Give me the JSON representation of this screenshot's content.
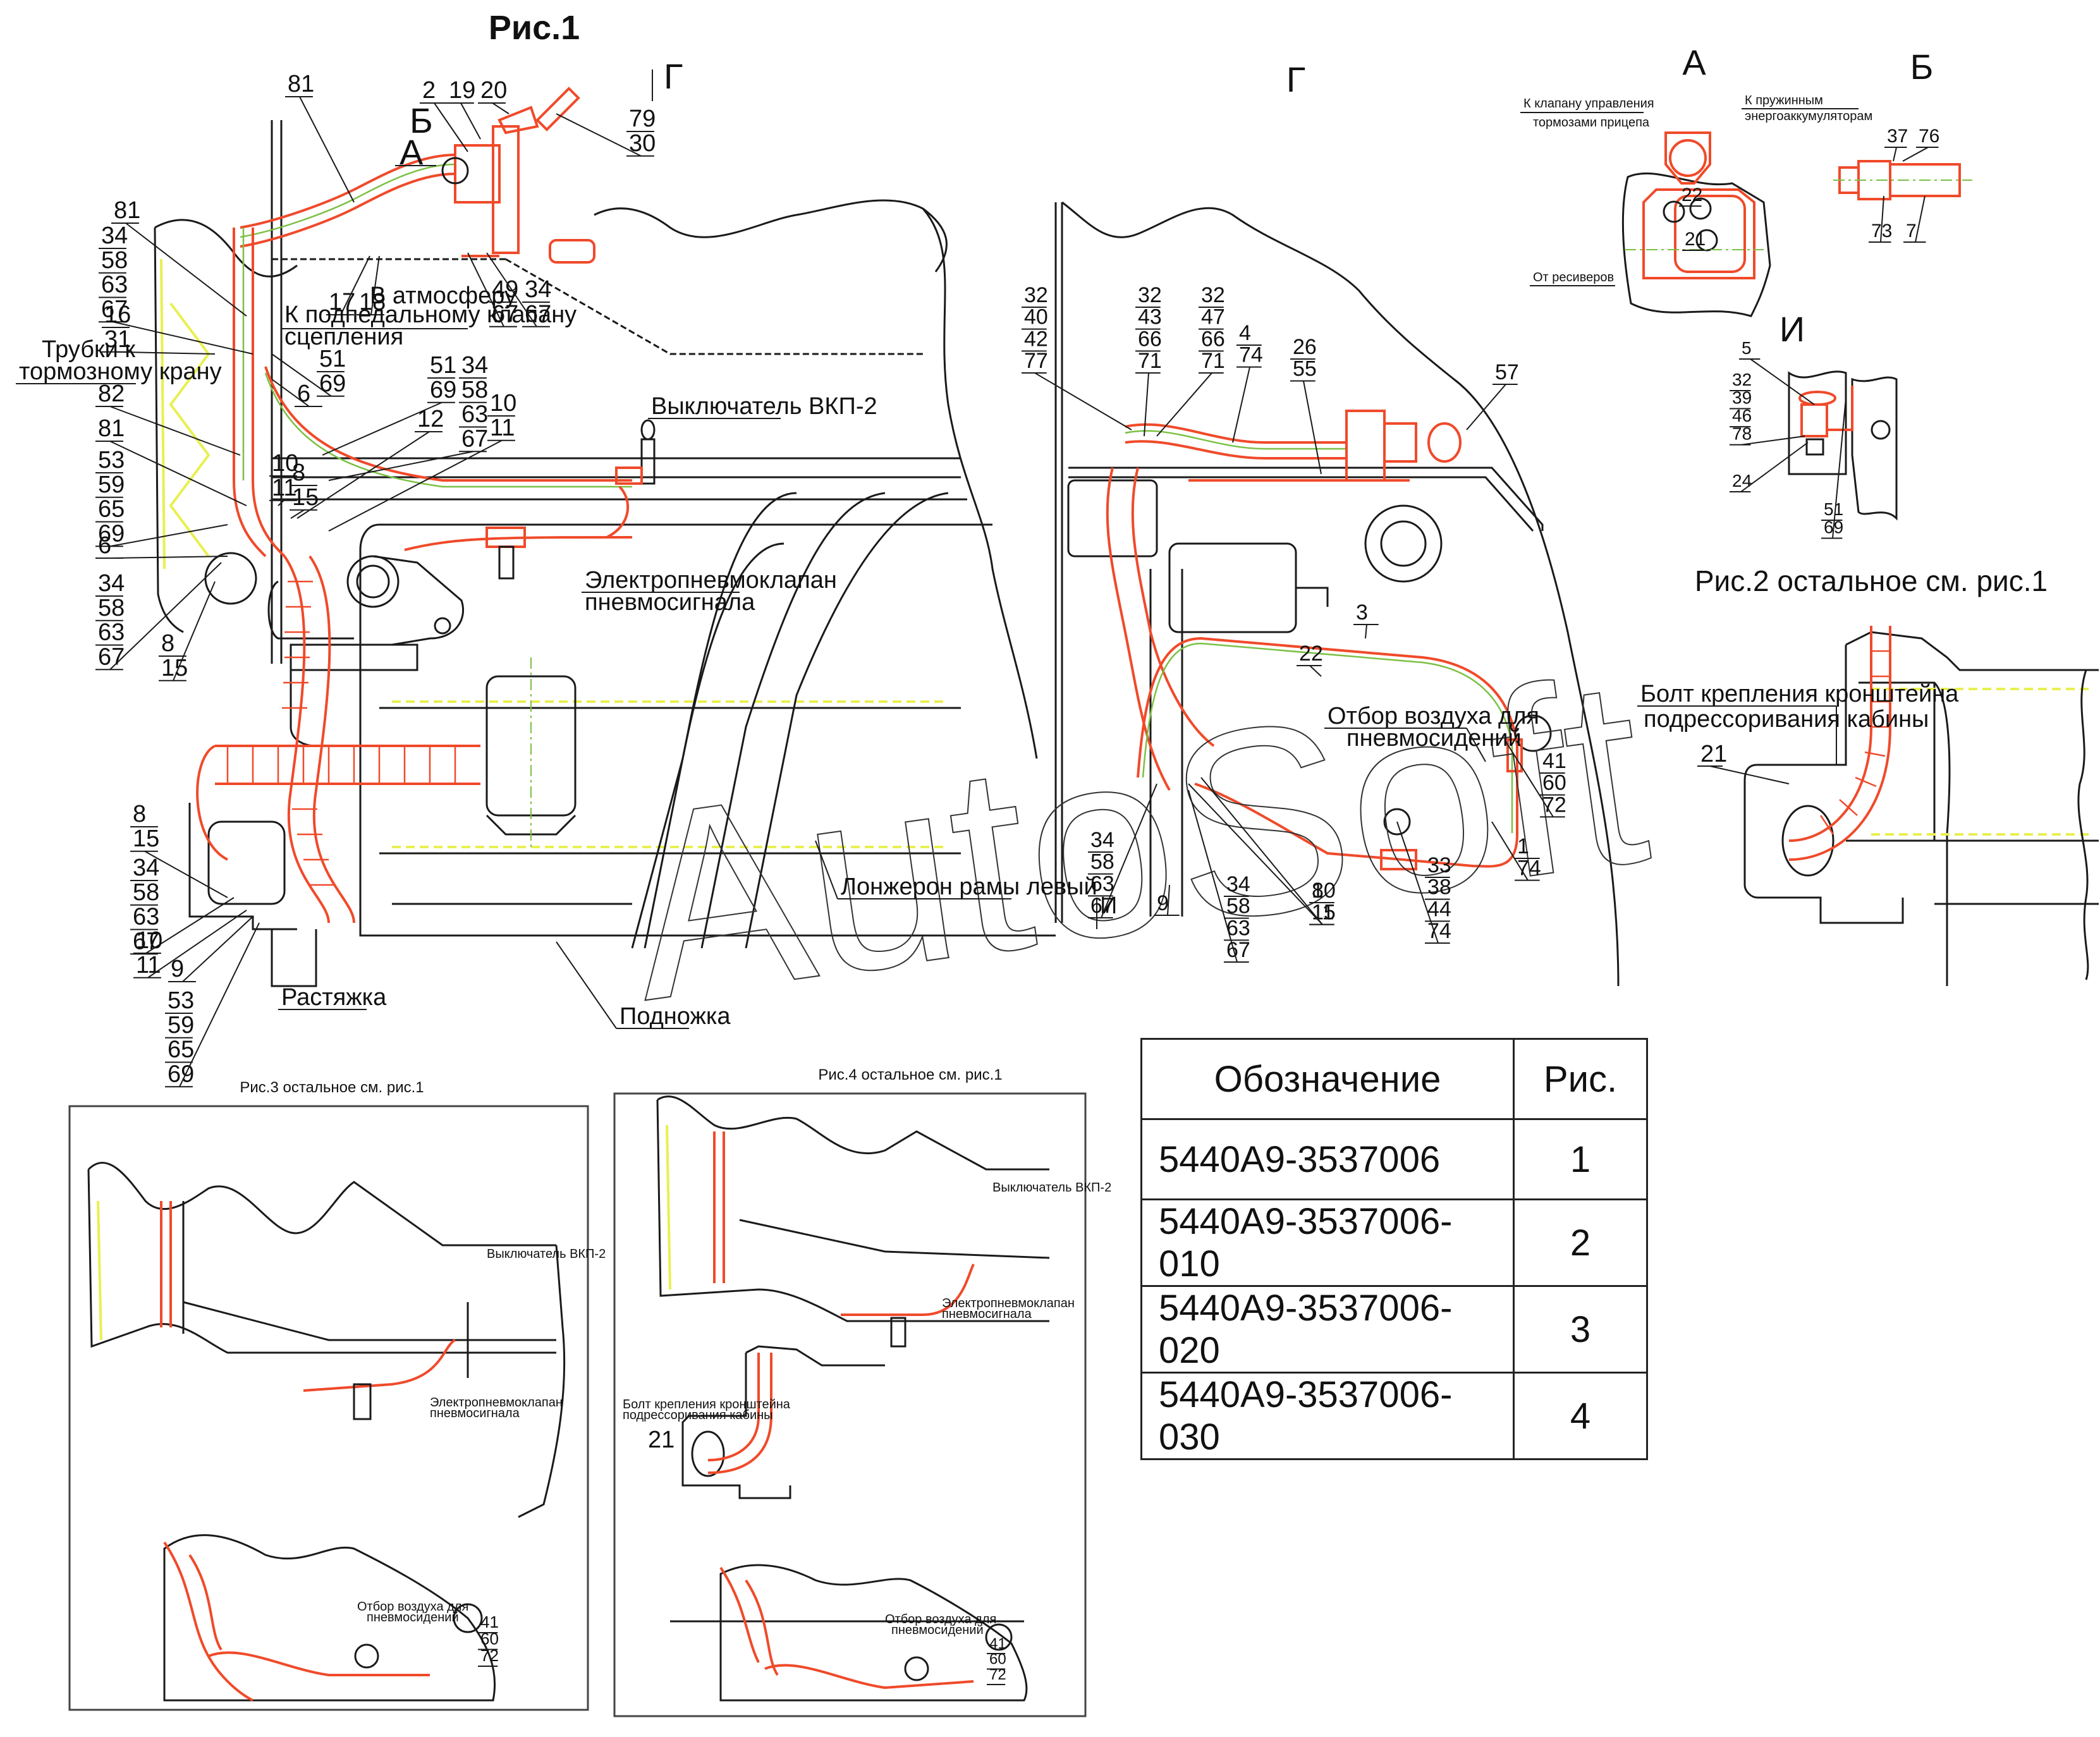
{
  "drawing": {
    "main_title": "Рис.1",
    "view_labels": {
      "g_arrow": "Г",
      "g_view": "Г",
      "a_arrow": "А",
      "b_marker": "Б",
      "a_view": "А",
      "b_view": "Б",
      "i_view": "И",
      "i_arrow": "И"
    },
    "fig1": {
      "callouts": [
        {
          "id": "c81a",
          "stack": [
            "81"
          ]
        },
        {
          "id": "c2",
          "stack": [
            "2"
          ]
        },
        {
          "id": "c19",
          "stack": [
            "19"
          ]
        },
        {
          "id": "c20",
          "stack": [
            "20"
          ]
        },
        {
          "id": "c79",
          "stack": [
            "79",
            "30"
          ]
        },
        {
          "id": "c81b",
          "stack": [
            "81"
          ]
        },
        {
          "id": "c34a",
          "stack": [
            "34",
            "58",
            "63",
            "67"
          ]
        },
        {
          "id": "c17",
          "stack": [
            "17"
          ]
        },
        {
          "id": "c18",
          "stack": [
            "18"
          ]
        },
        {
          "id": "c49",
          "stack": [
            "49",
            "67"
          ]
        },
        {
          "id": "c34b",
          "stack": [
            "34",
            "67"
          ]
        },
        {
          "id": "c16",
          "stack": [
            "16",
            "31"
          ]
        },
        {
          "id": "c51a",
          "stack": [
            "51",
            "69"
          ]
        },
        {
          "id": "c6a",
          "stack": [
            "6"
          ]
        },
        {
          "id": "c51b",
          "stack": [
            "51",
            "69"
          ]
        },
        {
          "id": "c34c",
          "stack": [
            "34",
            "58",
            "63",
            "67"
          ]
        },
        {
          "id": "c10a",
          "stack": [
            "10",
            "11"
          ]
        },
        {
          "id": "c82",
          "stack": [
            "82"
          ]
        },
        {
          "id": "c12",
          "stack": [
            "12"
          ]
        },
        {
          "id": "c81c",
          "stack": [
            "81"
          ]
        },
        {
          "id": "c53a",
          "stack": [
            "53",
            "59",
            "65",
            "69"
          ]
        },
        {
          "id": "c10b",
          "stack": [
            "10",
            "11"
          ]
        },
        {
          "id": "c8a",
          "stack": [
            "8",
            "15"
          ]
        },
        {
          "id": "c6b",
          "stack": [
            "6"
          ]
        },
        {
          "id": "c34d",
          "stack": [
            "34",
            "58",
            "63",
            "67"
          ]
        },
        {
          "id": "c8b",
          "stack": [
            "8",
            "15"
          ]
        },
        {
          "id": "c8c",
          "stack": [
            "8",
            "15"
          ]
        },
        {
          "id": "c34e",
          "stack": [
            "34",
            "58",
            "63",
            "67"
          ]
        },
        {
          "id": "c10c",
          "stack": [
            "10",
            "11"
          ]
        },
        {
          "id": "c9",
          "stack": [
            "9"
          ]
        },
        {
          "id": "c53b",
          "stack": [
            "53",
            "59",
            "65",
            "69"
          ]
        }
      ],
      "notes": {
        "atmosphere": "В атмосферу",
        "clutch_valve_1": "К подпедальному клапану",
        "clutch_valve_2": "сцепления",
        "brake_tubes_1": "Трубки к",
        "brake_tubes_2": "тормозному крану",
        "switch": "Выключатель ВКП-2",
        "solenoid_1": "Электропневмоклапан",
        "solenoid_2": "пневмосигнала",
        "frame_rail": "Лонжерон рамы левый",
        "step": "Подножка",
        "brace": "Растяжка"
      }
    },
    "view_g": {
      "callouts": [
        {
          "id": "g32a",
          "stack": [
            "32",
            "40",
            "42",
            "77"
          ]
        },
        {
          "id": "g32b",
          "stack": [
            "32",
            "43",
            "66",
            "71"
          ]
        },
        {
          "id": "g32c",
          "stack": [
            "32",
            "47",
            "66",
            "71"
          ]
        },
        {
          "id": "g4",
          "stack": [
            "4",
            "74"
          ]
        },
        {
          "id": "g26",
          "stack": [
            "26",
            "55"
          ]
        },
        {
          "id": "g57",
          "stack": [
            "57"
          ]
        },
        {
          "id": "g3",
          "stack": [
            "3"
          ]
        },
        {
          "id": "g22",
          "stack": [
            "22"
          ]
        },
        {
          "id": "g41",
          "stack": [
            "41",
            "60",
            "72"
          ]
        },
        {
          "id": "g1",
          "stack": [
            "1",
            "74"
          ]
        },
        {
          "id": "g33",
          "stack": [
            "33",
            "38",
            "44",
            "74"
          ]
        },
        {
          "id": "g34a",
          "stack": [
            "34",
            "58",
            "63",
            "67"
          ]
        },
        {
          "id": "g9",
          "stack": [
            "9"
          ]
        },
        {
          "id": "g34b",
          "stack": [
            "34",
            "58",
            "63",
            "67"
          ]
        },
        {
          "id": "g10",
          "stack": [
            "10",
            "11"
          ]
        },
        {
          "id": "g8",
          "stack": [
            "8",
            "15"
          ]
        }
      ],
      "notes": {
        "seat_air_1": "Отбор воздуха для",
        "seat_air_2": "пневмосидений"
      }
    },
    "view_a": {
      "callouts": [
        {
          "id": "a22",
          "stack": [
            "22"
          ]
        },
        {
          "id": "a21",
          "stack": [
            "21"
          ]
        }
      ],
      "notes": {
        "trailer_1": "К клапану управления",
        "trailer_2": "тормозами прицепа",
        "spring_1": "К пружинным",
        "spring_2": "энергоаккумуляторам",
        "receivers": "От ресиверов"
      }
    },
    "view_b": {
      "callouts": [
        {
          "id": "b37",
          "stack": [
            "37"
          ]
        },
        {
          "id": "b76",
          "stack": [
            "76"
          ]
        },
        {
          "id": "b73",
          "stack": [
            "73"
          ]
        },
        {
          "id": "b7",
          "stack": [
            "7"
          ]
        }
      ]
    },
    "view_i": {
      "callouts": [
        {
          "id": "i5",
          "stack": [
            "5"
          ]
        },
        {
          "id": "i32",
          "stack": [
            "32",
            "39",
            "46",
            "78"
          ]
        },
        {
          "id": "i24",
          "stack": [
            "24"
          ]
        },
        {
          "id": "i51",
          "stack": [
            "51",
            "69"
          ]
        }
      ]
    },
    "fig2": {
      "title": "Рис.2 остальное см. рис.1",
      "note_1": "Болт крепления кронштейна",
      "note_2": "подрессоривания кабины",
      "callout": "21"
    },
    "fig3": {
      "title": "Рис.3 остальное см. рис.1",
      "switch": "Выключатель ВКП-2",
      "solenoid_1": "Электропневмоклапан",
      "solenoid_2": "пневмосигнала",
      "seat_air_1": "Отбор воздуха для",
      "seat_air_2": "пневмосидений",
      "callout": [
        "41",
        "60",
        "72"
      ]
    },
    "fig4": {
      "title": "Рис.4 остальное см. рис.1",
      "switch": "Выключатель ВКП-2",
      "solenoid_1": "Электропневмоклапан",
      "solenoid_2": "пневмосигнала",
      "bolt_1": "Болт крепления кронштейна",
      "bolt_2": "подрессоривания кабины",
      "callout_21": "21",
      "seat_air_1": "Отбор воздуха для",
      "seat_air_2": "пневмосидений",
      "callout": [
        "41",
        "60",
        "72"
      ]
    },
    "watermark": "AutoSoft"
  },
  "table": {
    "headers": [
      "Обозначение",
      "Рис."
    ],
    "rows": [
      {
        "code": "5440A9-3537006",
        "fig": "1"
      },
      {
        "code": "5440A9-3537006-010",
        "fig": "2"
      },
      {
        "code": "5440A9-3537006-020",
        "fig": "3"
      },
      {
        "code": "5440A9-3537006-030",
        "fig": "4"
      }
    ]
  },
  "colors": {
    "pipe": "#f04a2a",
    "centerline": "#7bc043",
    "frame_hidden": "#e8f050",
    "outline": "#1a1a1a"
  }
}
